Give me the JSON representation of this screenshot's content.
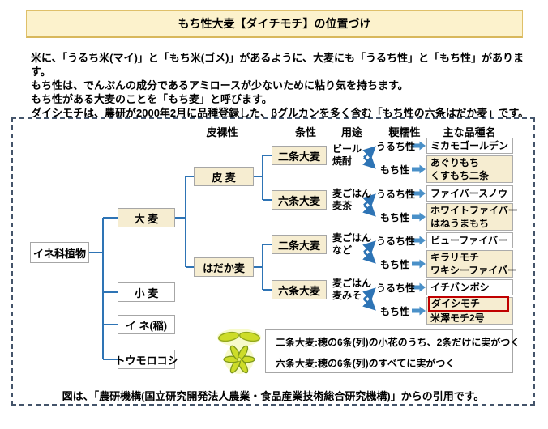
{
  "title": "もち性大麦【ダイチモチ】の位置づけ",
  "intro": {
    "line1": "米に、「うるち米(マイ)」と「もち米(ゴメ)」があるように、大麦にも「うるち性」と「もち性」があります。",
    "line2": "もち性は、でんぷんの成分であるアミロースが少ないために粘り気を持ちます。",
    "line3": "もち性がある大麦のことを「もち麦」と呼びます。",
    "line4": "ダイシモチは、農研が2000年2月に品種登録した、βグルカンを多く含む「もち性の六条はだか麦」です。"
  },
  "diagram": {
    "headers": {
      "hull": "皮裸性",
      "rows": "条性",
      "use": "用途",
      "waxiness": "粳糯性",
      "varieties": "主な品種名"
    },
    "root": "イネ科植物",
    "family": {
      "barley": "大 麦",
      "wheat": "小 麦",
      "rice": "イ ネ(稲)",
      "corn": "トウモロコシ"
    },
    "hull_types": {
      "covered": "皮 麦",
      "naked": "はだか麦"
    },
    "branches": [
      {
        "spike": "二条大麦",
        "use1": "ビール",
        "use2": "焼酎",
        "uruchi_label": "うるち性",
        "mochi_label": "もち性",
        "uruchi_variety1": "ミカモゴールデン",
        "mochi_variety1": "あぐりもち",
        "mochi_variety2": "くすもち二条"
      },
      {
        "spike": "六条大麦",
        "use1": "麦ごはん",
        "use2": "麦茶",
        "uruchi_label": "うるち性",
        "mochi_label": "もち性",
        "uruchi_variety1": "ファイバースノウ",
        "mochi_variety1": "ホワイトファイバー",
        "mochi_variety2": "はねうまもち"
      },
      {
        "spike": "二条大麦",
        "use1": "麦ごはん",
        "use2": "など",
        "uruchi_label": "うるち性",
        "mochi_label": "もち性",
        "uruchi_variety1": "ビューファイバー",
        "mochi_variety1": "キラリモチ",
        "mochi_variety2": "ワキシーファイバー"
      },
      {
        "spike": "六条大麦",
        "use1": "麦ごはん",
        "use2": "麦みそ",
        "uruchi_label": "うるち性",
        "mochi_label": "もち性",
        "uruchi_variety1": "イチバンボシ",
        "mochi_variety1": "ダイシモチ",
        "mochi_variety2": "米澤モチ2号",
        "mochi_variety1_highlighted": true
      }
    ],
    "legend": {
      "line1": "二条大麦:穂の6条(列)の小花のうち、2条だけに実がつく",
      "line2": "六条大麦:穂の6条(列)のすべてに実がつく"
    },
    "caption": "図は、「農研機構(国立研究開発法人農業・食品産業技術総合研究機構)」からの引用です。"
  },
  "icons": {
    "two_row_spike": "two-row-barley-icon",
    "six_row_spike": "six-row-barley-icon",
    "branch_arrow": "branch-arrow-icon",
    "right_arrow": "right-block-arrow-icon"
  },
  "colors": {
    "title_bg": "#FCF2CC",
    "title_border": "#DFC069",
    "box_yellow": "#F6EDD1",
    "box_border": "#A6A6A6",
    "line_blue": "#2E74B5",
    "arrow_blue": "#4A90C8",
    "highlight_red": "#C00000",
    "diagram_border": "#44546A",
    "illustration_green": "#CDDC29"
  }
}
